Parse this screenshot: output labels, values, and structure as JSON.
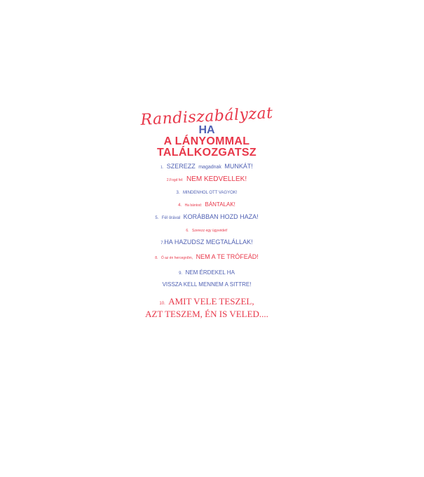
{
  "poster": {
    "title": "Randiszabályzat",
    "line_ha": "HA",
    "line_a_lanyommal": "A LÁNYOMMAL",
    "line_talalkozgatsz": "TALÁLKOZGATSZ",
    "rules": [
      {
        "num": "1.",
        "a": "SZEREZZ",
        "b": "magadnak",
        "c": "MUNKÁT!"
      },
      {
        "num": "2.",
        "a": "Fogd fel:",
        "b": "NEM KEDVELLEK!"
      },
      {
        "num": "3.",
        "a": "MINDENHOL OTT VAGYOK!"
      },
      {
        "num": "4.",
        "a": "Ha bántod:",
        "b": "BÁNTALAK!"
      },
      {
        "num": "5.",
        "a": "Fél órával",
        "b": "KORÁBBAN HOZD HAZA!"
      },
      {
        "num": "6.",
        "a": "Szerezz egy ügyvédet!"
      },
      {
        "num": "7.",
        "a": "HA HAZUDSZ MEGTALÁLLAK!"
      },
      {
        "num": "8.",
        "a": "Ő az én hercegnőm,",
        "b": "NEM A TE TRÓFEÁD!"
      },
      {
        "num": "9.",
        "a": "NEM ÉRDEKEL HA",
        "b": "VISSZA KELL MENNEM A SITTRE!"
      },
      {
        "num": "10.",
        "a": "AMIT VELE TESZEL,",
        "b": "AZT TESZEM, ÉN IS VELED...."
      }
    ]
  }
}
